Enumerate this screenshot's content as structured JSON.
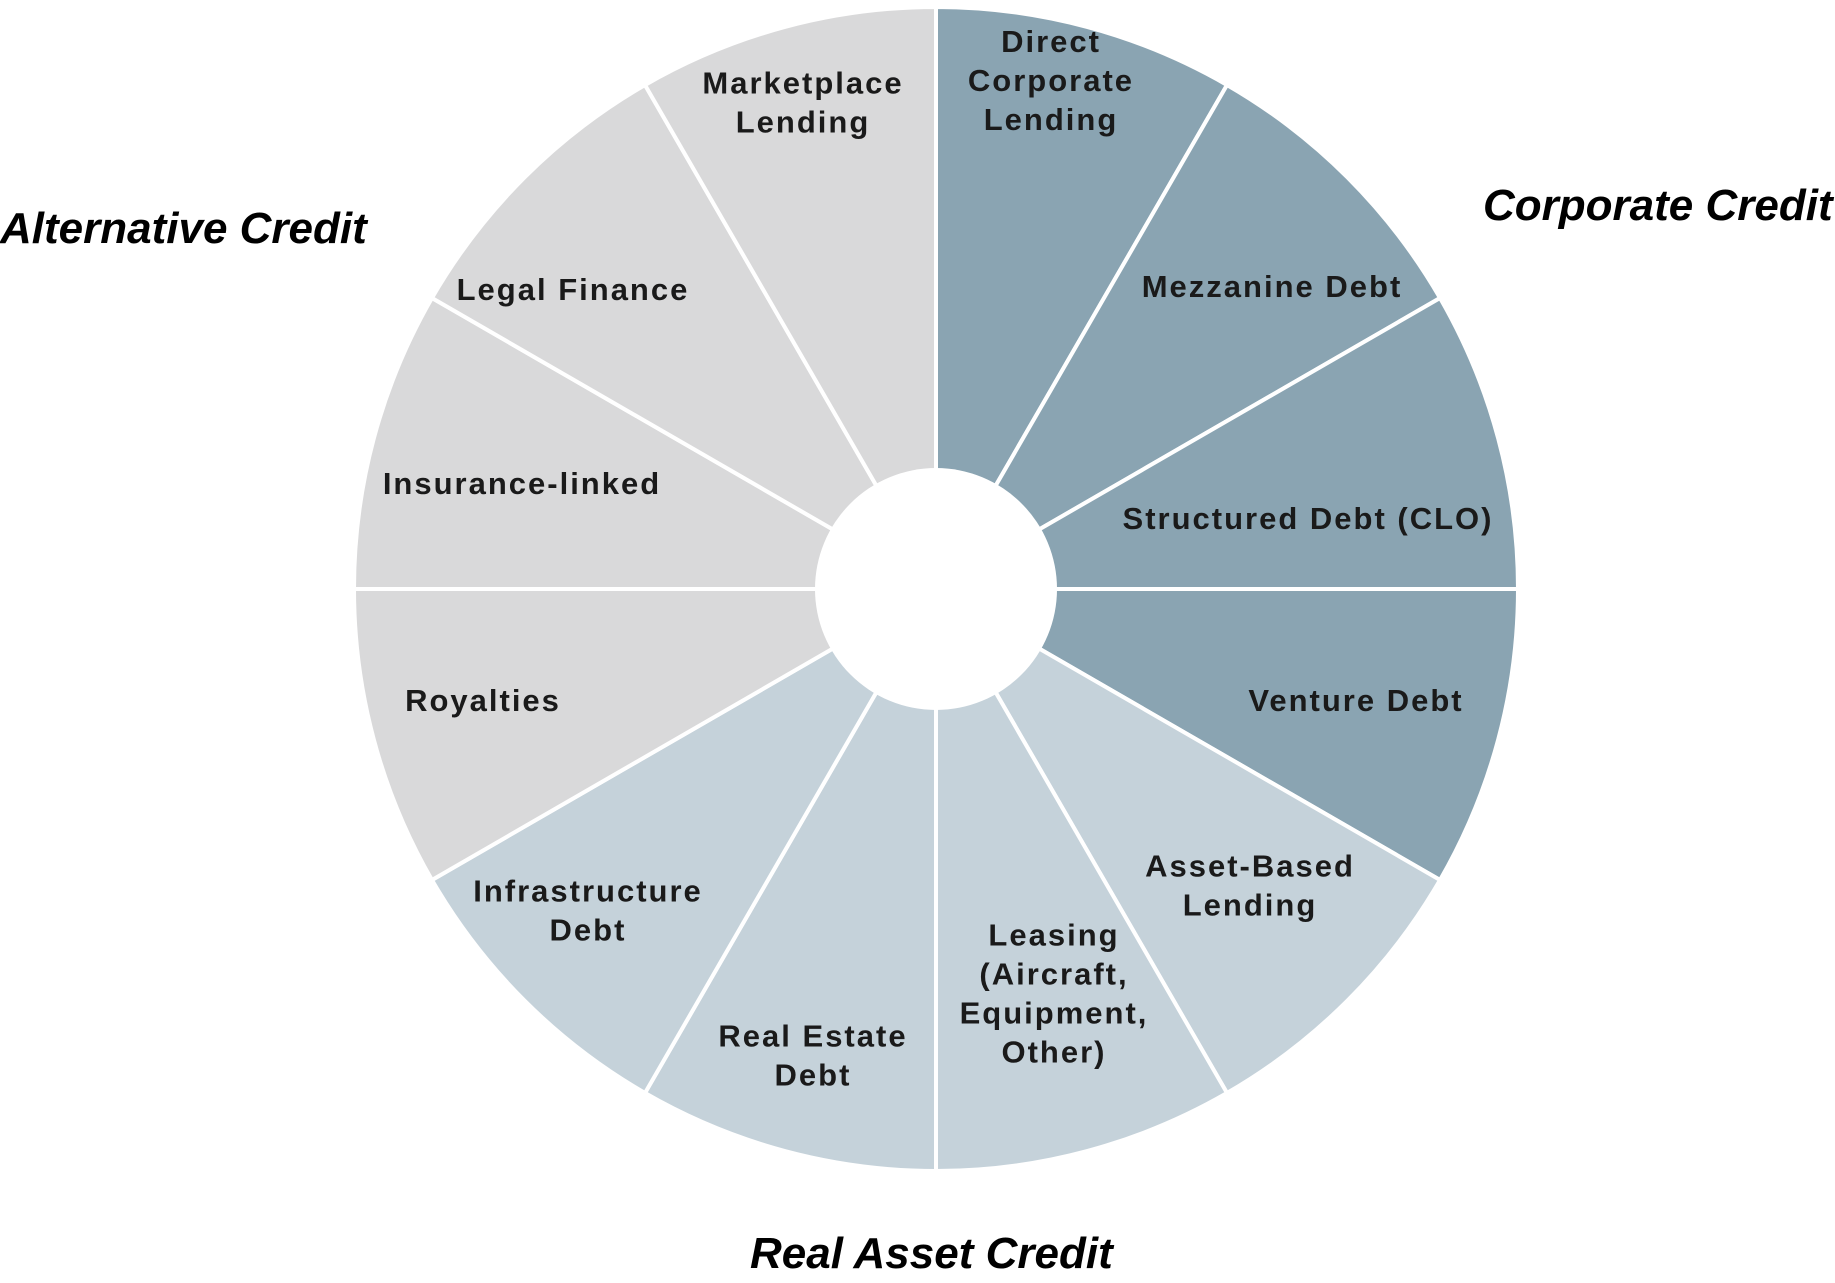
{
  "colors": {
    "corporate": "#8aa4b2",
    "real_asset": "#c5d2da",
    "alternative": "#d9d9da",
    "divider": "#ffffff",
    "text": "#1a1a1a"
  },
  "groups": {
    "corporate": "Corporate Credit",
    "real_asset": "Real Asset Credit",
    "alternative": "Alternative Credit"
  },
  "segments": [
    {
      "group": "corporate",
      "lines": [
        "Direct",
        "Corporate",
        "Lending"
      ]
    },
    {
      "group": "corporate",
      "lines": [
        "Mezzanine Debt"
      ]
    },
    {
      "group": "corporate",
      "lines": [
        "Structured Debt (CLO)"
      ]
    },
    {
      "group": "corporate",
      "lines": [
        "Venture Debt"
      ]
    },
    {
      "group": "real_asset",
      "lines": [
        "Asset-Based",
        "Lending"
      ]
    },
    {
      "group": "real_asset",
      "lines": [
        "Leasing",
        "(Aircraft,",
        "Equipment,",
        "Other)"
      ]
    },
    {
      "group": "real_asset",
      "lines": [
        "Real Estate",
        "Debt"
      ]
    },
    {
      "group": "real_asset",
      "lines": [
        "Infrastructure",
        "Debt"
      ]
    },
    {
      "group": "alternative",
      "lines": [
        "Royalties"
      ]
    },
    {
      "group": "alternative",
      "lines": [
        "Insurance-linked"
      ]
    },
    {
      "group": "alternative",
      "lines": [
        "Legal Finance"
      ]
    },
    {
      "group": "alternative",
      "lines": [
        "Marketplace",
        "Lending"
      ]
    }
  ]
}
